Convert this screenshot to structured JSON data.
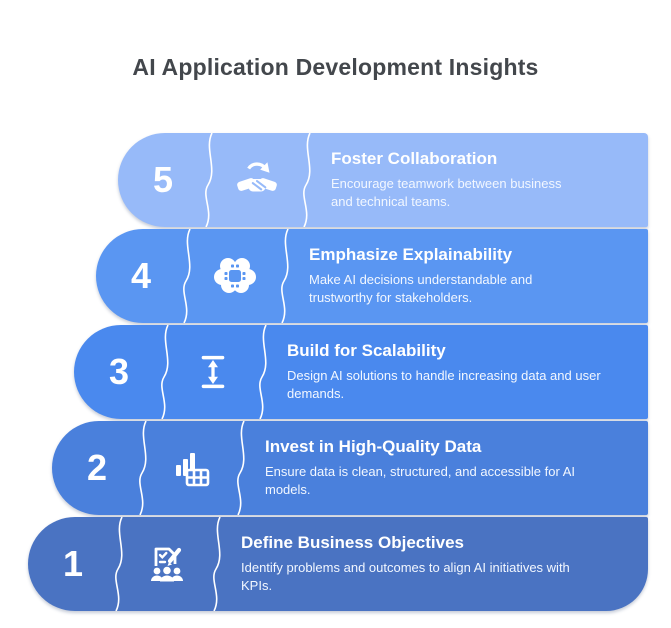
{
  "title": "AI Application Development Insights",
  "steps": [
    {
      "number": "5",
      "title": "Foster Collaboration",
      "description": "Encourage teamwork between business and technical teams.",
      "icon": "handshake-refresh-icon",
      "color": "#97BAF9"
    },
    {
      "number": "4",
      "title": "Emphasize Explainability",
      "description": "Make AI decisions understandable and trustworthy for stakeholders.",
      "icon": "brain-chip-icon",
      "color": "#5A96F2"
    },
    {
      "number": "3",
      "title": "Build for Scalability",
      "description": "Design AI solutions to handle increasing data and user demands.",
      "icon": "height-scale-icon",
      "color": "#4A89EE"
    },
    {
      "number": "2",
      "title": "Invest in High-Quality Data",
      "description": "Ensure data is clean, structured, and accessible for AI models.",
      "icon": "bar-chart-table-icon",
      "color": "#4A80DC"
    },
    {
      "number": "1",
      "title": "Define Business Objectives",
      "description": "Identify problems and outcomes to align AI initiatives with KPIs.",
      "icon": "checklist-people-icon",
      "color": "#4A73C2"
    }
  ]
}
